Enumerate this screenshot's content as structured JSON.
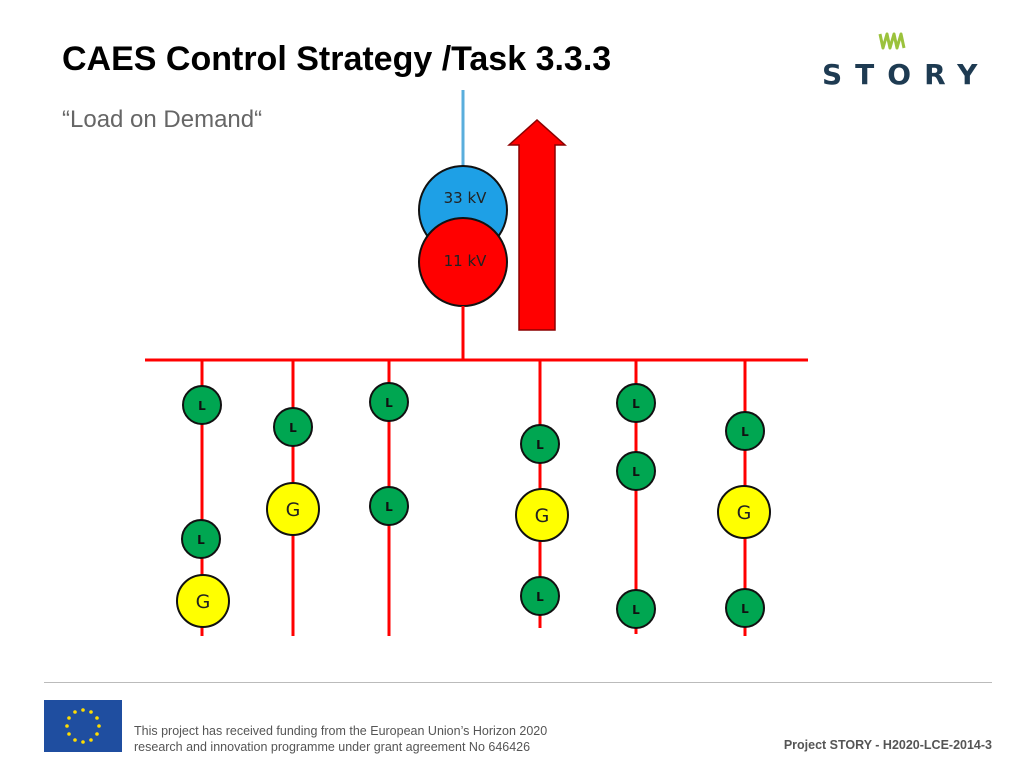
{
  "header": {
    "title": "CAES Control Strategy /Task 3.3.3",
    "subtitle": "“Load on Demand“"
  },
  "logo": {
    "text": "STORY"
  },
  "diagram": {
    "transformer": {
      "high_voltage_label": "33 kV",
      "low_voltage_label": "11 kV"
    },
    "load_label": "L",
    "generator_label": "G",
    "feeders": [
      {
        "nodes": [
          "L",
          "L",
          "G"
        ]
      },
      {
        "nodes": [
          "L",
          "G"
        ]
      },
      {
        "nodes": [
          "L",
          "L"
        ]
      },
      {
        "nodes": [
          "L",
          "G",
          "L"
        ]
      },
      {
        "nodes": [
          "L",
          "L",
          "L"
        ]
      },
      {
        "nodes": [
          "L",
          "G",
          "L"
        ]
      }
    ]
  },
  "colors": {
    "bus": "#ff0000",
    "arrow": "#ff0000",
    "transformer_hv": "#1ea0e6",
    "transformer_lv": "#ff0000",
    "load_node": "#00a651",
    "generator_node": "#ffff00",
    "grid_line": "#5aaedc"
  },
  "footer": {
    "funding_line1": "This project has received funding from the European Union’s Horizon 2020",
    "funding_line2": "research and innovation programme under grant agreement No 646426",
    "project_id": "Project STORY - H2020-LCE-2014-3"
  }
}
